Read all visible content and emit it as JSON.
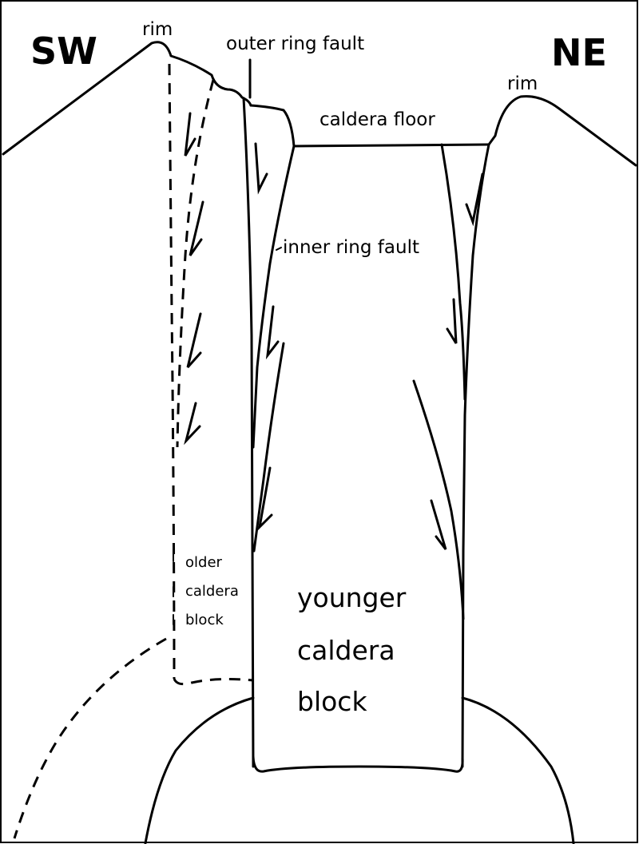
{
  "labels": {
    "sw": "SW",
    "ne": "NE",
    "rim_left": "rim",
    "rim_right": "rim",
    "outer_ring_fault": "outer ring fault",
    "caldera_floor": "caldera floor",
    "inner_ring_fault": "inner ring fault",
    "older_caldera_block": [
      "older",
      "caldera",
      "block"
    ],
    "younger_caldera_block": [
      "younger",
      "caldera",
      "block"
    ]
  }
}
